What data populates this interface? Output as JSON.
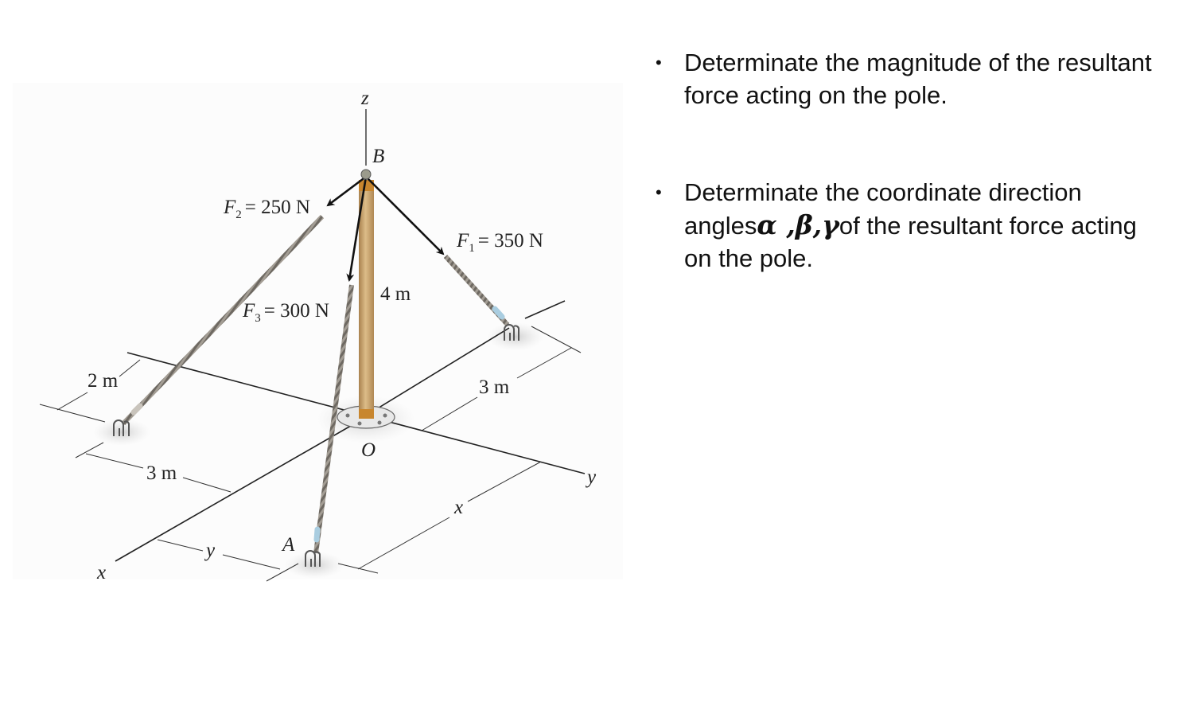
{
  "figure": {
    "axis_labels": {
      "z": "z",
      "x": "x",
      "y": "y"
    },
    "points": {
      "B": "B",
      "O": "O",
      "A": "A"
    },
    "forces": [
      {
        "id": "F1",
        "symbol": "F",
        "subscript": "1",
        "value": "= 350 N"
      },
      {
        "id": "F2",
        "symbol": "F",
        "subscript": "2",
        "value": "= 250 N"
      },
      {
        "id": "F3",
        "symbol": "F",
        "subscript": "3",
        "value": "= 300 N"
      }
    ],
    "dimensions": {
      "pole_height": "4 m",
      "left_offset": "2 m",
      "left_distance": "3 m",
      "right_distance": "3 m",
      "unknown_y": "y",
      "unknown_x": "x"
    },
    "colors": {
      "pole": "#c9a46f",
      "pole_band": "#c8862e",
      "arrow": "#111111",
      "cable": "#9a948c",
      "ground_shadow": "#d8d8d8",
      "turnbuckle": "#a9cde0"
    }
  },
  "questions": [
    {
      "bullet": "•",
      "text": "Determinate the magnitude of the resultant force acting on the pole."
    },
    {
      "bullet": "•",
      "text_before": "Determinate the coordinate direction angles",
      "greek": "α ,β,γ",
      "text_after": "of the resultant force acting on the pole."
    }
  ]
}
